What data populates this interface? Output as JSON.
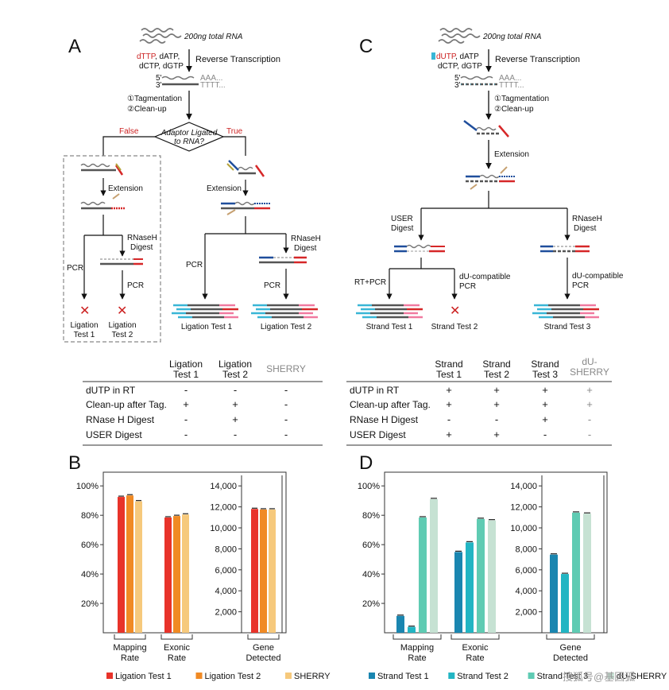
{
  "colors": {
    "ligation_test_1": "#e8332a",
    "ligation_test_2": "#f08a24",
    "sherry": "#f6c97c",
    "strand_test_1": "#1a86b0",
    "strand_test_2": "#22b5c3",
    "strand_test_3": "#5fcbb3",
    "du_sherry": "#c6e2d3",
    "red_text": "#cc2222",
    "dna_red": "#d62728",
    "dna_blue": "#1f4e9c",
    "dna_pink": "#f07aa0",
    "dna_cyan": "#39b6d6",
    "dna_grey": "#555555"
  },
  "panel_a": {
    "letter": "A",
    "rna_label": "200ng total RNA",
    "ntp_red": "dTTP",
    "ntp_rest_1": ", dATP,",
    "ntp_rest_2": "dCTP, dGTP",
    "reverse_transcription": "Reverse Transcription",
    "strand_5": "5'",
    "strand_3": "3'",
    "polyA": "AAA...",
    "polyT": "TTTT...",
    "tagmentation": "①Tagmentation",
    "cleanup": "②Clean-up",
    "decision_line1": "Adaptor Ligated",
    "decision_line2": "to RNA?",
    "false_label": "False",
    "true_label": "True",
    "extension_left": "Extension",
    "extension_right": "Extension",
    "rnaseh_left_1": "RNaseH",
    "rnaseh_left_2": "Digest",
    "rnaseh_right_1": "RNaseH",
    "rnaseh_right_2": "Digest",
    "pcr_1": "PCR",
    "pcr_2": "PCR",
    "pcr_3": "PCR",
    "pcr_4": "PCR",
    "fail_mark": "✕",
    "lig_test_1_line1": "Ligation",
    "lig_test_1_line2": "Test 1",
    "lig_test_2_line1": "Ligation",
    "lig_test_2_line2": "Test 2",
    "result_test_1": "Ligation Test 1",
    "result_test_2": "Ligation Test 2"
  },
  "panel_c": {
    "letter": "C",
    "rna_label": "200ng total RNA",
    "ntp_red": "dUTP",
    "ntp_rest_1": ", dATP",
    "ntp_rest_2": "dCTP, dGTP",
    "reverse_transcription": "Reverse Transcription",
    "strand_5": "5'",
    "strand_3": "3'",
    "polyA": "AAA...",
    "polyT": "TTTT...",
    "tagmentation": "①Tagmentation",
    "cleanup": "②Clean-up",
    "extension": "Extension",
    "user_1": "USER",
    "user_2": "Digest",
    "rnaseh_1": "RNaseH",
    "rnaseh_2": "Digest",
    "rtpcr": "RT+PCR",
    "du_pcr_left_1": "dU-compatible",
    "du_pcr_left_2": "PCR",
    "du_pcr_right_1": "dU-compatible",
    "du_pcr_right_2": "PCR",
    "fail_mark": "✕",
    "result_1": "Strand Test 1",
    "result_2": "Strand Test 2",
    "result_3": "Strand Test 3"
  },
  "table_a": {
    "col_1_line1": "Ligation",
    "col_1_line2": "Test 1",
    "col_2_line1": "Ligation",
    "col_2_line2": "Test 2",
    "col_3": "SHERRY",
    "rows": [
      {
        "label": "dUTP in RT",
        "v1": "-",
        "v2": "-",
        "v3": "-"
      },
      {
        "label": "Clean-up after Tag.",
        "v1": "+",
        "v2": "+",
        "v3": "-"
      },
      {
        "label": "RNase H Digest",
        "v1": "-",
        "v2": "+",
        "v3": "-"
      },
      {
        "label": "USER Digest",
        "v1": "-",
        "v2": "-",
        "v3": "-"
      }
    ]
  },
  "table_c": {
    "col_1_line1": "Strand",
    "col_1_line2": "Test 1",
    "col_2_line1": "Strand",
    "col_2_line2": "Test 2",
    "col_3_line1": "Strand",
    "col_3_line2": "Test 3",
    "col_4_line1": "dU-",
    "col_4_line2": "SHERRY",
    "rows": [
      {
        "label": "dUTP in RT",
        "v1": "+",
        "v2": "+",
        "v3": "+",
        "v4": "+"
      },
      {
        "label": "Clean-up after Tag.",
        "v1": "+",
        "v2": "+",
        "v3": "+",
        "v4": "+"
      },
      {
        "label": "RNase H Digest",
        "v1": "-",
        "v2": "-",
        "v3": "+",
        "v4": "-"
      },
      {
        "label": "USER Digest",
        "v1": "+",
        "v2": "+",
        "v3": "-",
        "v4": "-"
      }
    ]
  },
  "chart_data": [
    {
      "panel": "B",
      "type": "bar",
      "axis_left": {
        "ticks": [
          "20%",
          "40%",
          "60%",
          "80%",
          "100%"
        ],
        "ylim": [
          0,
          105
        ]
      },
      "axis_right": {
        "ticks": [
          "2,000",
          "4,000",
          "6,000",
          "8,000",
          "10,000",
          "12,000",
          "14,000"
        ],
        "ylim": [
          0,
          14700
        ]
      },
      "groups": [
        {
          "label_1": "Mapping",
          "label_2": "Rate",
          "axis": "left",
          "values": [
            92.5,
            93.5,
            89.5
          ]
        },
        {
          "label_1": "Exonic",
          "label_2": "Rate",
          "axis": "left",
          "values": [
            78.5,
            79.5,
            80.5
          ]
        },
        {
          "label_1": "Gene",
          "label_2": "Detected",
          "axis": "right",
          "values": [
            11800,
            11750,
            11750
          ]
        }
      ],
      "series": [
        {
          "name": "Ligation Test 1",
          "color": "#e8332a"
        },
        {
          "name": "Ligation Test 2",
          "color": "#f08a24"
        },
        {
          "name": "SHERRY",
          "color": "#f6c97c"
        }
      ],
      "legend": "bottom"
    },
    {
      "panel": "D",
      "type": "bar",
      "axis_left": {
        "ticks": [
          "20%",
          "40%",
          "60%",
          "80%",
          "100%"
        ],
        "ylim": [
          0,
          105
        ]
      },
      "axis_right": {
        "ticks": [
          "2,000",
          "4,000",
          "6,000",
          "8,000",
          "10,000",
          "12,000",
          "14,000"
        ],
        "ylim": [
          0,
          14700
        ]
      },
      "groups": [
        {
          "label_1": "Mapping",
          "label_2": "Rate",
          "axis": "left",
          "values": [
            11.5,
            4,
            78.5,
            91
          ]
        },
        {
          "label_1": "Exonic",
          "label_2": "Rate",
          "axis": "left",
          "values": [
            55,
            61.5,
            77.5,
            76.5
          ]
        },
        {
          "label_1": "Gene",
          "label_2": "Detected",
          "axis": "right",
          "values": [
            7450,
            5600,
            11450,
            11350
          ]
        }
      ],
      "series": [
        {
          "name": "Strand Test 1",
          "color": "#1a86b0"
        },
        {
          "name": "Strand Test 2",
          "color": "#22b5c3"
        },
        {
          "name": "Strand Test 3",
          "color": "#5fcbb3"
        },
        {
          "name": "dU-SHERRY",
          "color": "#c6e2d3"
        }
      ],
      "legend": "bottom"
    }
  ],
  "panel_b_letter": "B",
  "panel_d_letter": "D",
  "watermark": "搜狐号@基因狐"
}
